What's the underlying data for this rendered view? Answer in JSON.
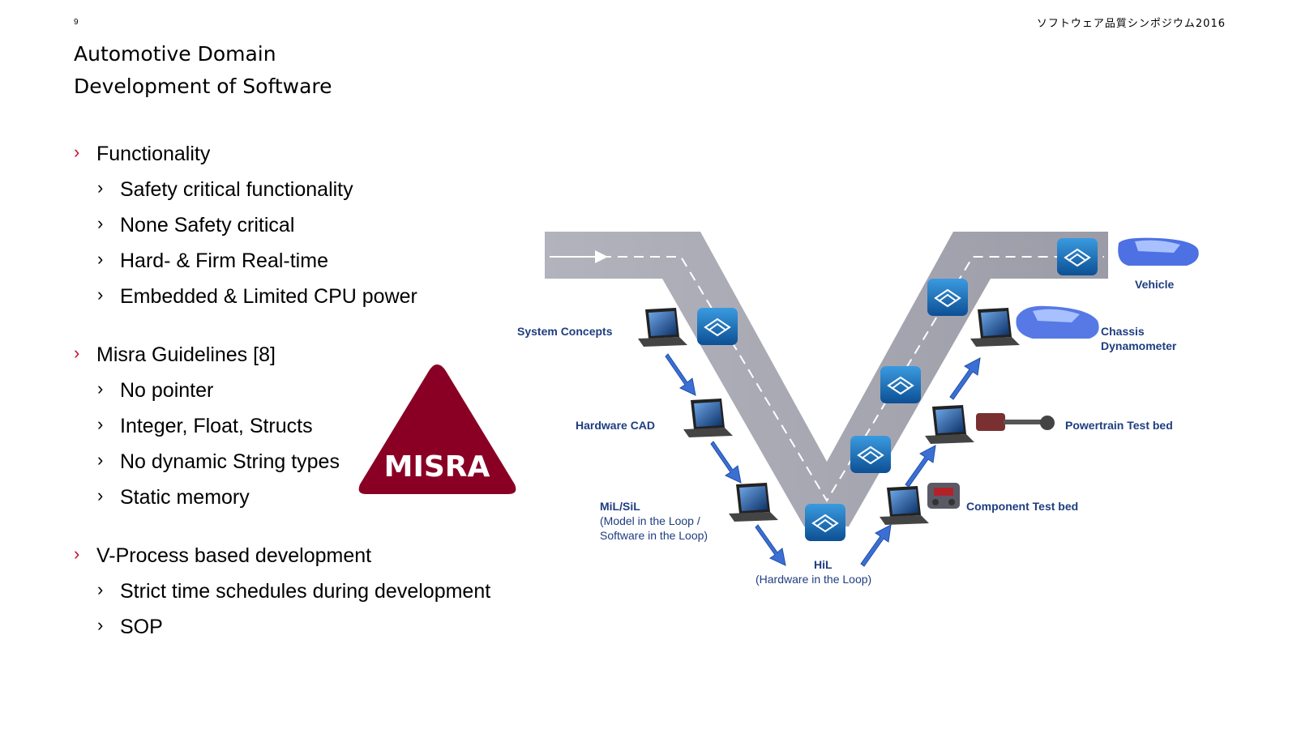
{
  "header": {
    "page_number": "9",
    "event": "ソフトウェア品質シンポジウム2016"
  },
  "title": "Automotive Domain",
  "subtitle": "Development of Software",
  "bullets": [
    {
      "label": "Functionality",
      "items": [
        "Safety critical functionality",
        "None Safety critical",
        "Hard- & Firm Real-time",
        "Embedded & Limited CPU power"
      ]
    },
    {
      "label": "Misra Guidelines [8]",
      "items": [
        "No pointer",
        "Integer, Float, Structs",
        "No dynamic String types",
        "Static memory"
      ]
    },
    {
      "label": "V-Process based development",
      "items": [
        "Strict time schedules during development",
        "SOP"
      ]
    }
  ],
  "misra_logo": {
    "text": "MISRA",
    "color": "#8a0025"
  },
  "vprocess": {
    "labels": {
      "system_concepts": "System Concepts",
      "hardware_cad": "Hardware CAD",
      "mil_sil": "MiL/SiL",
      "mil_sil_line2": "(Model in the Loop /",
      "mil_sil_line3": "Software in the Loop)",
      "hil": "HiL",
      "hil_line2": "(Hardware in the Loop)",
      "component_testbed": "Component Test bed",
      "powertrain_testbed": "Powertrain Test bed",
      "chassis": "Chassis",
      "chassis_line2": "Dynamometer",
      "vehicle": "Vehicle"
    },
    "colors": {
      "road": "#a9a9b4",
      "arrow": "#3b6fd4",
      "label": "#1f3d80",
      "icon": "#1a70b8"
    }
  }
}
